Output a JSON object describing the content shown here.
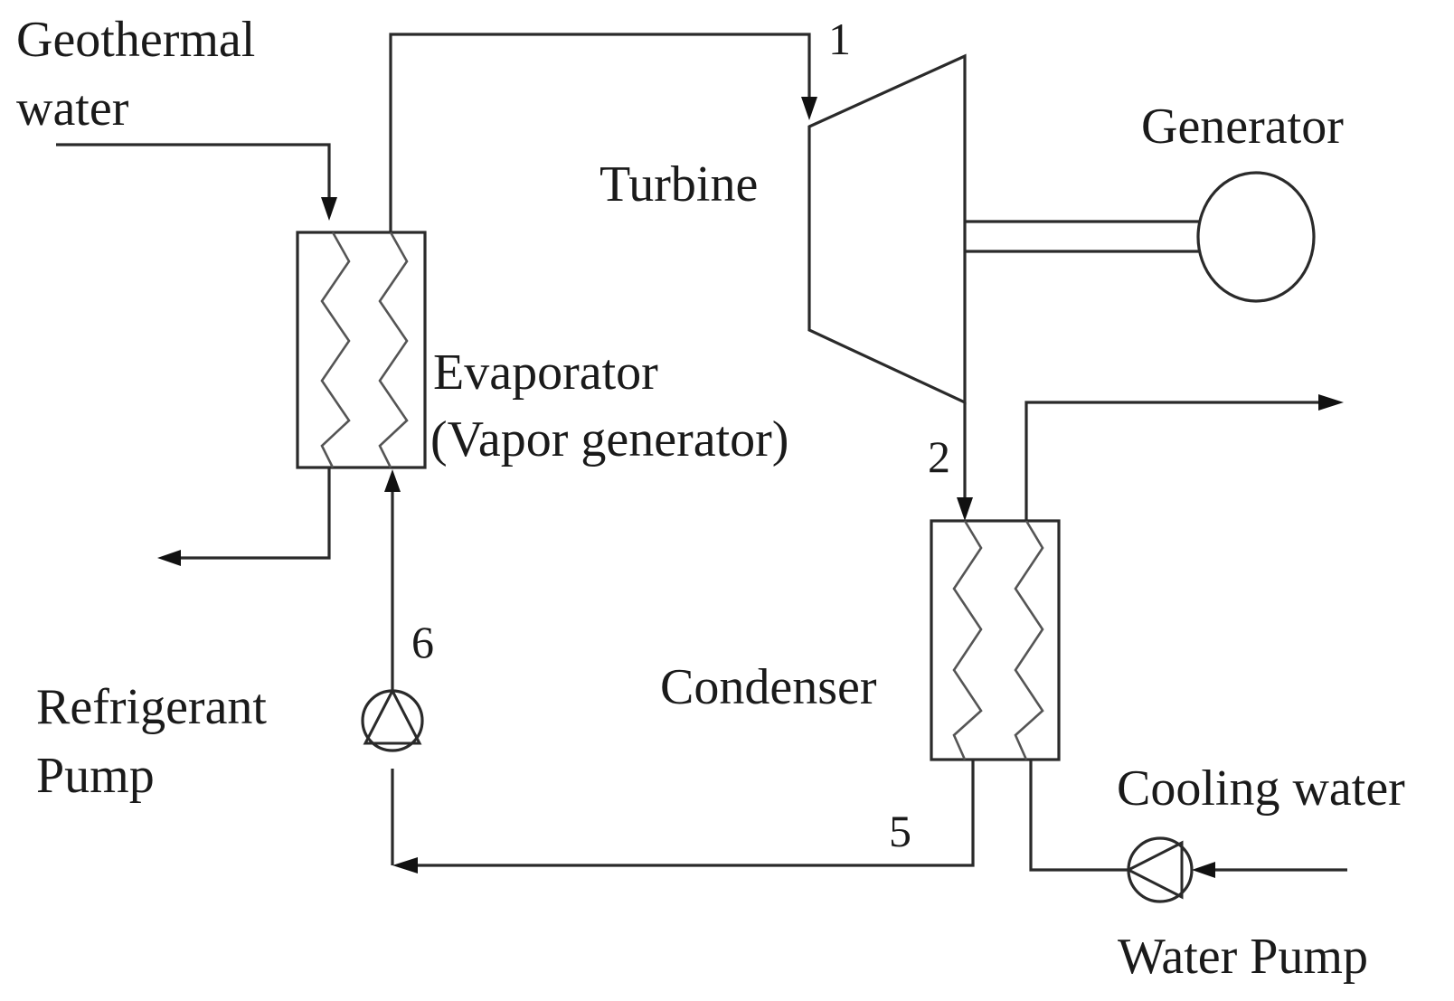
{
  "labels": {
    "geothermal_line1": "Geothermal",
    "geothermal_line2": "water",
    "generator": "Generator",
    "turbine": "Turbine",
    "evaporator_line1": "Evaporator",
    "evaporator_line2": "(Vapor generator)",
    "condenser": "Condenser",
    "refrigerant_line1": "Refrigerant",
    "refrigerant_line2": "Pump",
    "cooling_water": "Cooling water",
    "water_pump": "Water Pump"
  },
  "state_points": {
    "p1": "1",
    "p2": "2",
    "p5": "5",
    "p6": "6"
  },
  "icons": {
    "heat_exchanger": "zigzag-coil-icon",
    "turbine": "trapezoid-turbine-icon",
    "generator": "circle-generator-icon",
    "pump": "circle-triangle-pump-icon"
  }
}
